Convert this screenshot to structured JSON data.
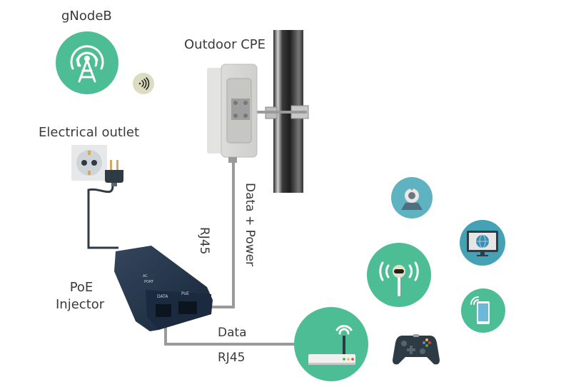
{
  "labels": {
    "gnodeb": "gNodeB",
    "outdoor_cpe": "Outdoor CPE",
    "electrical_outlet": "Electrical outlet",
    "poe_injector_line1": "PoE",
    "poe_injector_line2": "Injector",
    "cpe_cable_power": "Data + Power",
    "cpe_cable_type": "RJ45",
    "router_cable_data": "Data",
    "router_cable_type": "RJ45",
    "injector_port_data": "DATA",
    "injector_port_poe": "PoE",
    "injector_led_ac": "AC",
    "injector_led_port": "PORT"
  },
  "icons": {
    "gnodeb": "cell-tower-icon",
    "signal": "wireless-signal-icon",
    "outlet": "power-outlet-icon",
    "plug": "power-plug-icon",
    "router": "wifi-router-icon",
    "webcam": "webcam-icon",
    "monitor": "globe-monitor-icon",
    "hotspot": "wifi-hotspot-icon",
    "phone": "smartphone-icon",
    "gamepad": "game-controller-icon"
  },
  "colors": {
    "green": "#4dbd95",
    "teal": "#5fb2c0",
    "teal_dark": "#45a2b5",
    "cable_gray": "#9a9a9a",
    "cable_dark": "#2e3a44",
    "device_dark": "#1f2d3f"
  }
}
